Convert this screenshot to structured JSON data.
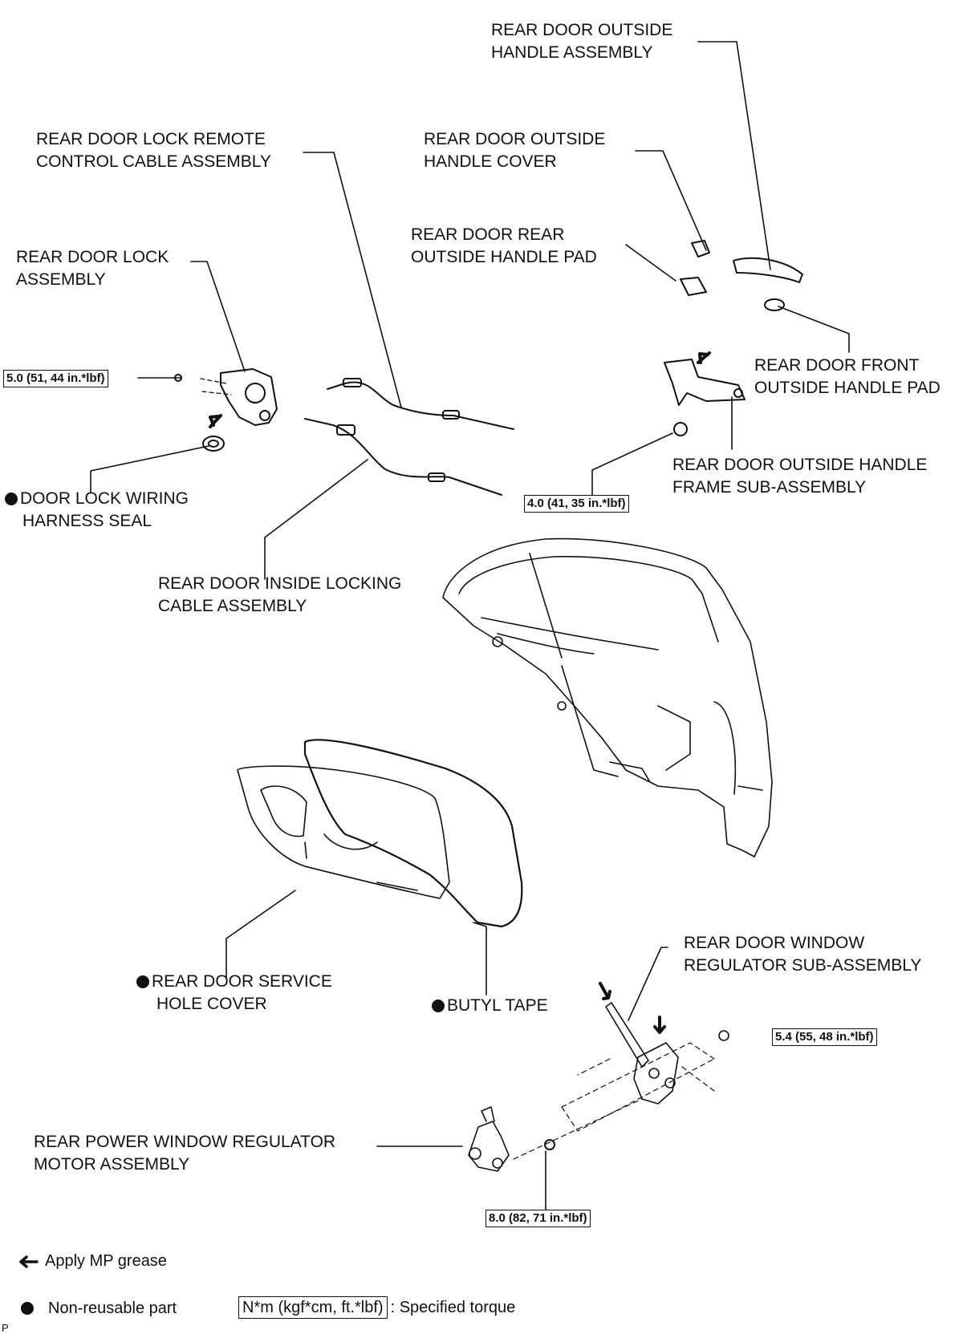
{
  "labels": {
    "outside_handle_assembly": [
      "REAR DOOR OUTSIDE",
      "HANDLE ASSEMBLY"
    ],
    "remote_control_cable": [
      "REAR DOOR LOCK REMOTE",
      "CONTROL CABLE ASSEMBLY"
    ],
    "outside_handle_cover": [
      "REAR DOOR OUTSIDE",
      "HANDLE COVER"
    ],
    "rear_outside_handle_pad": [
      "REAR DOOR REAR",
      "OUTSIDE HANDLE PAD"
    ],
    "lock_assembly": [
      "REAR DOOR LOCK",
      "ASSEMBLY"
    ],
    "front_outside_handle_pad": [
      "REAR DOOR FRONT",
      "OUTSIDE HANDLE PAD"
    ],
    "handle_frame": [
      "REAR DOOR OUTSIDE HANDLE",
      "FRAME SUB-ASSEMBLY"
    ],
    "wiring_harness_seal": [
      "DOOR LOCK WIRING",
      "HARNESS SEAL"
    ],
    "inside_locking_cable": [
      "REAR DOOR INSIDE LOCKING",
      "CABLE ASSEMBLY"
    ],
    "window_regulator": [
      "REAR DOOR WINDOW",
      "REGULATOR SUB-ASSEMBLY"
    ],
    "service_hole_cover": [
      "REAR DOOR SERVICE",
      "HOLE COVER"
    ],
    "butyl_tape": [
      "BUTYL TAPE"
    ],
    "regulator_motor": [
      "REAR POWER WINDOW REGULATOR",
      "MOTOR ASSEMBLY"
    ]
  },
  "torques": {
    "lock_screw": "5.0 (51, 44 in.*lbf)",
    "handle_frame_screw": "4.0 (41, 35 in.*lbf)",
    "regulator_bolt": "5.4 (55, 48 in.*lbf)",
    "motor_bolt": "8.0 (82, 71 in.*lbf)"
  },
  "legend": {
    "grease": "Apply MP grease",
    "non_reusable": "Non-reusable part",
    "torque_unit": "N*m (kgf*cm, ft.*lbf)",
    "torque_desc": ": Specified torque"
  },
  "footer_mark": "P"
}
